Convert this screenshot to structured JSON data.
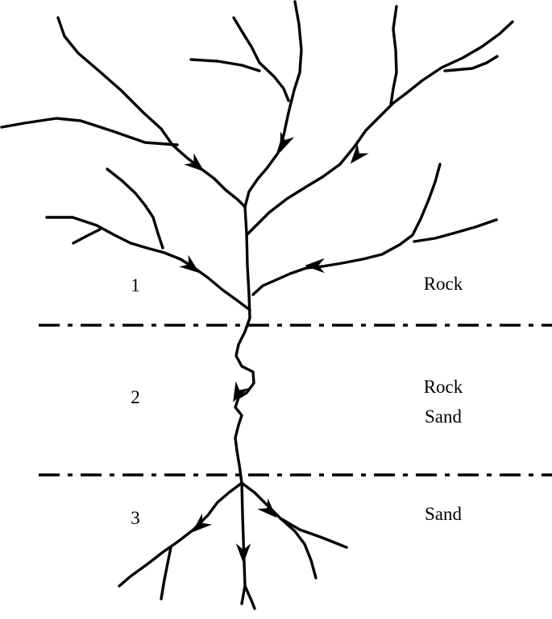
{
  "zones": [
    {
      "number": "1",
      "material_lines": [
        "Rock"
      ]
    },
    {
      "number": "2",
      "material_lines": [
        "Rock",
        "Sand"
      ]
    },
    {
      "number": "3",
      "material_lines": [
        "Sand"
      ]
    }
  ],
  "colors": {
    "line": "#000000",
    "background": "#ffffff"
  }
}
